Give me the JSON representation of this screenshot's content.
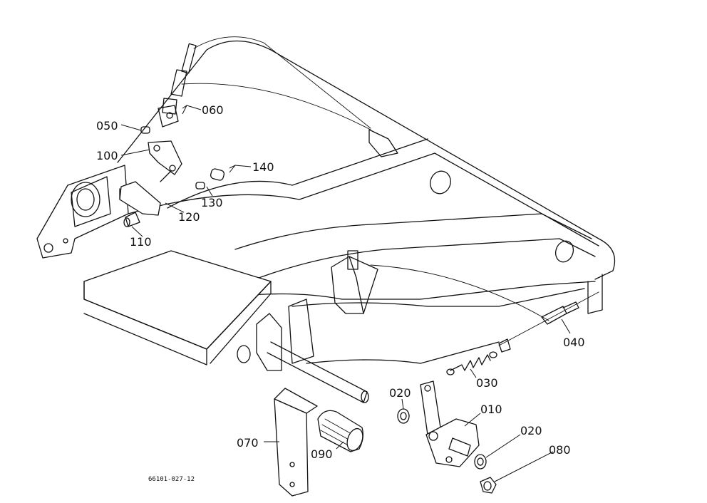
{
  "figure_code": "66101-027-12",
  "callouts": [
    {
      "id": "010",
      "text": "010"
    },
    {
      "id": "020a",
      "text": "020"
    },
    {
      "id": "020b",
      "text": "020"
    },
    {
      "id": "030",
      "text": "030"
    },
    {
      "id": "040",
      "text": "040"
    },
    {
      "id": "050",
      "text": "050"
    },
    {
      "id": "060",
      "text": "060"
    },
    {
      "id": "070",
      "text": "070"
    },
    {
      "id": "080",
      "text": "080"
    },
    {
      "id": "090",
      "text": "090"
    },
    {
      "id": "100",
      "text": "100"
    },
    {
      "id": "110",
      "text": "110"
    },
    {
      "id": "120",
      "text": "120"
    },
    {
      "id": "130",
      "text": "130"
    },
    {
      "id": "140",
      "text": "140"
    }
  ]
}
